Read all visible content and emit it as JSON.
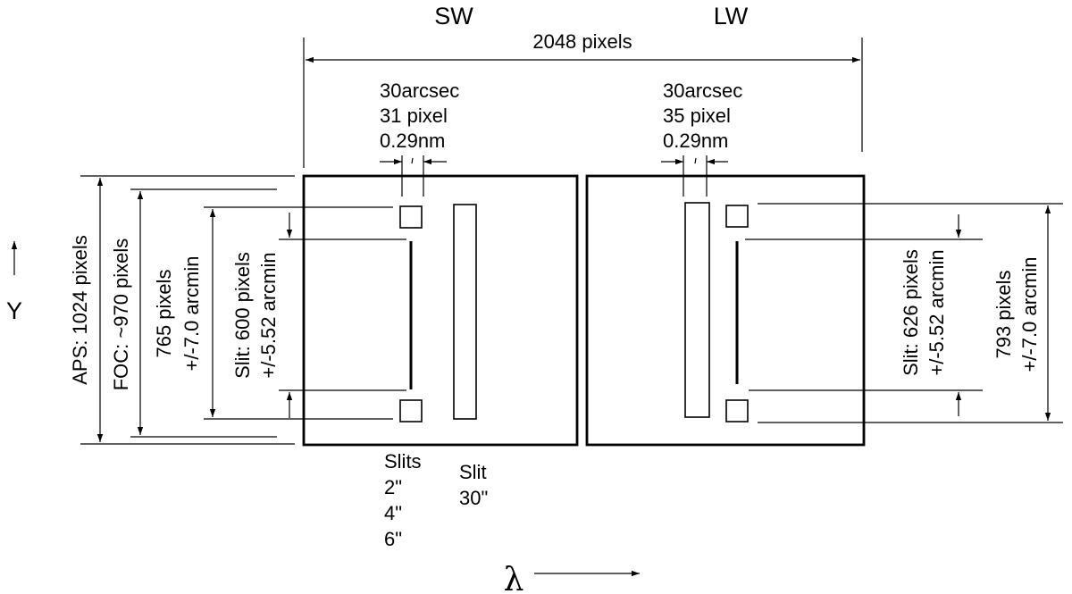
{
  "detectors": {
    "sw": {
      "label": "SW"
    },
    "lw": {
      "label": "LW"
    }
  },
  "width_label": "2048 pixels",
  "sw_slit_width": {
    "line1": "30arcsec",
    "line2": "31 pixel",
    "line3": "0.29nm"
  },
  "lw_slit_width": {
    "line1": "30arcsec",
    "line2": "35 pixel",
    "line3": "0.29nm"
  },
  "left_dimensions": {
    "aps": "APS: 1024 pixels",
    "foc": "FOC: ~970 pixels",
    "sw_fov_1": "765 pixels",
    "sw_fov_2": "+/-7.0 arcmin",
    "sw_slit_1": "Slit: 600 pixels",
    "sw_slit_2": "+/-5.52 arcmin"
  },
  "right_dimensions": {
    "lw_slit_1": "Slit: 626 pixels",
    "lw_slit_2": "+/-5.52 arcmin",
    "lw_fov_1": "793 pixels",
    "lw_fov_2": "+/-7.0 arcmin"
  },
  "slits_label": {
    "title": "Slits",
    "s1": "2\"",
    "s2": "4\"",
    "s3": "6\""
  },
  "wide_slit_label": {
    "title": "Slit",
    "s1": "30\""
  },
  "axes": {
    "y": "Y",
    "lambda": "λ"
  }
}
